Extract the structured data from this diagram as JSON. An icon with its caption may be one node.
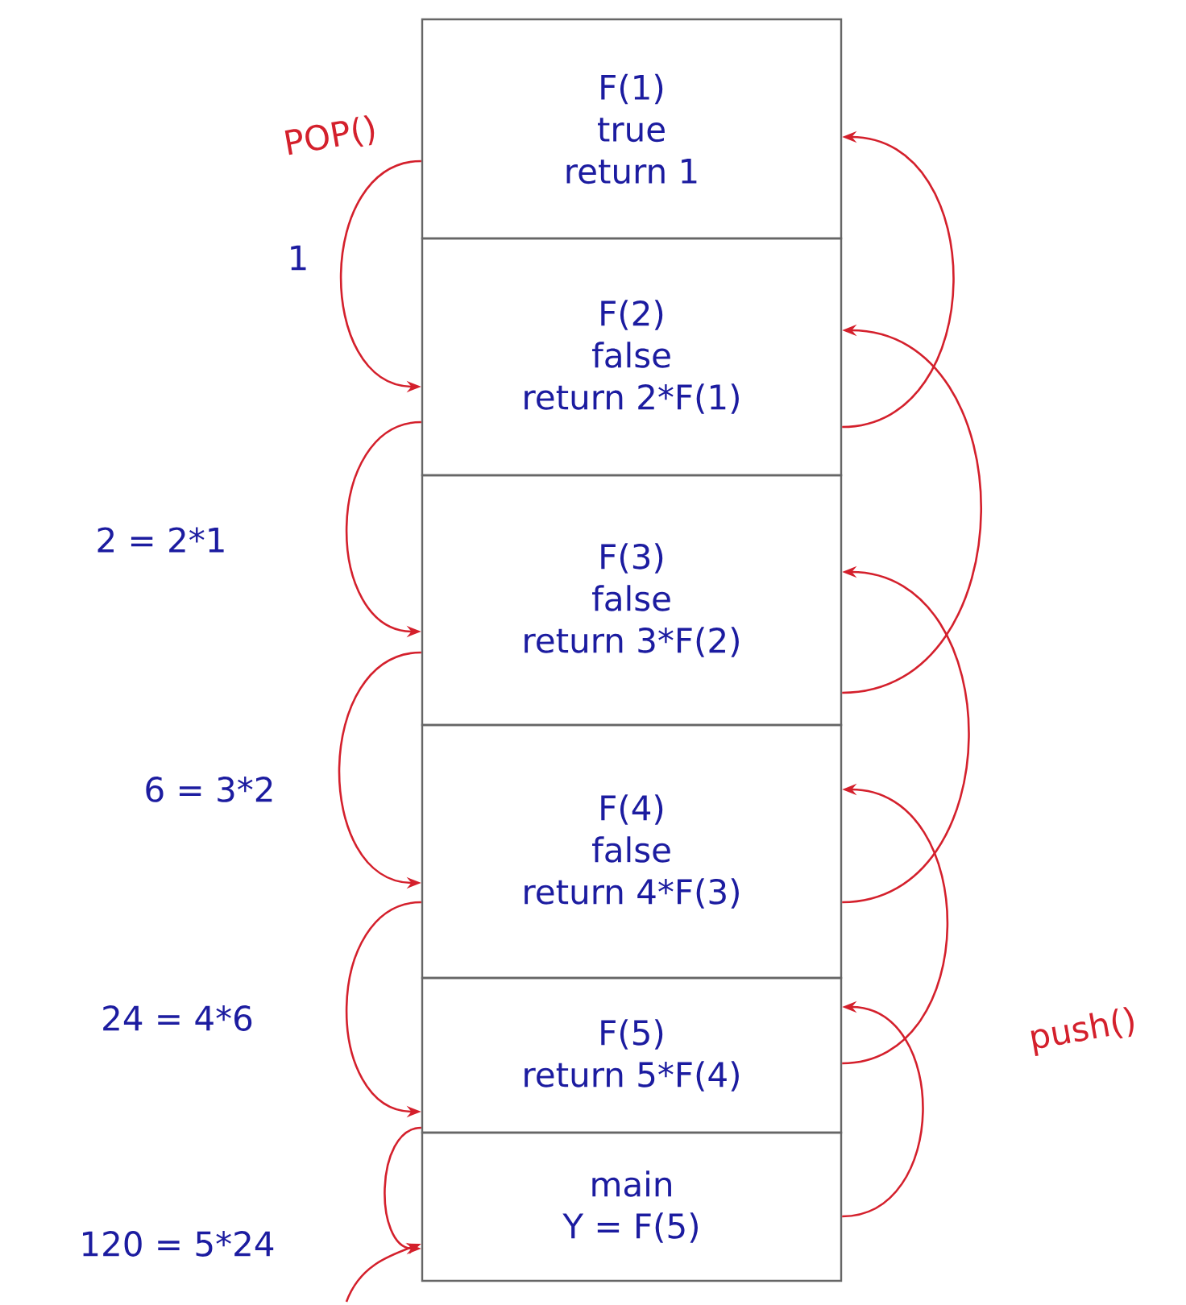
{
  "diagram": {
    "nodes": [
      {
        "text": [
          "F(1)",
          "true",
          "return 1"
        ]
      },
      {
        "text": [
          "F(2)",
          "false",
          "return 2*F(1)"
        ]
      },
      {
        "text": [
          "F(3)",
          "false",
          "return 3*F(2)"
        ]
      },
      {
        "text": [
          "F(4)",
          "false",
          "return 4*F(3)"
        ]
      },
      {
        "text": [
          "F(5)",
          "return 5*F(4)"
        ]
      },
      {
        "text": [
          "main",
          "Y = F(5)"
        ]
      }
    ],
    "edges": [
      {
        "from": 0,
        "to": 1,
        "arrow": "to"
      },
      {
        "from": 1,
        "to": 2,
        "arrow": "to"
      },
      {
        "from": 2,
        "to": 3,
        "arrow": "to"
      },
      {
        "from": 3,
        "to": 4,
        "arrow": "to"
      },
      {
        "from": 4,
        "to": 5,
        "arrow": "to"
      },
      {
        "from": null,
        "to": 5,
        "arrow": "to"
      },
      {
        "from": 5,
        "to": 4,
        "arrow": "to"
      },
      {
        "from": 4,
        "to": 3,
        "arrow": "to"
      },
      {
        "from": 3,
        "to": 2,
        "arrow": "to"
      },
      {
        "from": 2,
        "to": 1,
        "arrow": "to"
      },
      {
        "from": 1,
        "to": 0,
        "arrow": "to"
      }
    ],
    "labels": [
      "POP()",
      "1",
      "2 = 2*1",
      "6 = 3*2",
      "24 = 4*6",
      "120 = 5*24",
      "push()"
    ]
  }
}
